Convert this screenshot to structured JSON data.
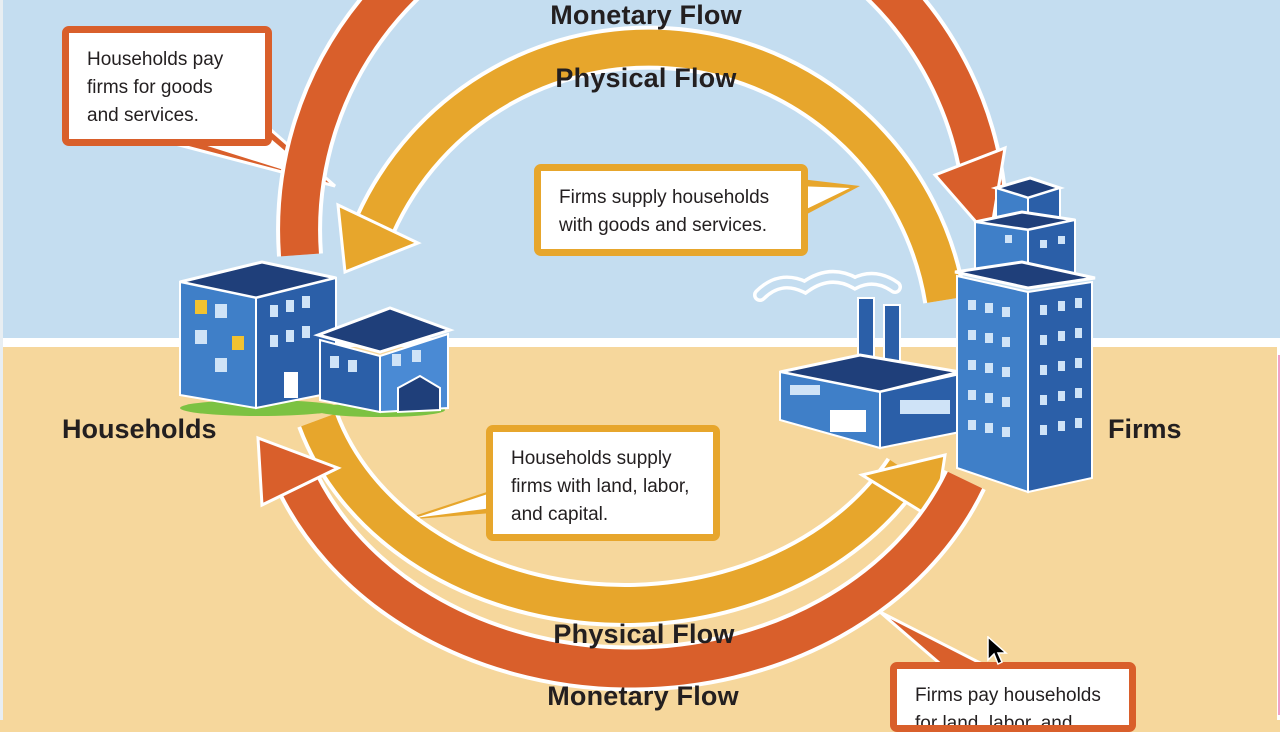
{
  "colors": {
    "sky": "#c4ddf0",
    "ground": "#f6d79c",
    "monetary_flow": "#d95f2b",
    "physical_flow": "#e7a62c",
    "building_blue": "#3f7fc8",
    "building_dark": "#1f3f7a",
    "grass": "#7cc242"
  },
  "flows": {
    "monetary_top": "Monetary Flow",
    "physical_top": "Physical Flow",
    "physical_bottom": "Physical Flow",
    "monetary_bottom": "Monetary Flow"
  },
  "nodes": {
    "households": "Households",
    "firms": "Firms"
  },
  "callouts": {
    "households_pay": "Households pay firms for goods and services.",
    "firms_supply": "Firms supply households with goods and services.",
    "households_supply": "Households supply firms with land, labor, and capital.",
    "firms_pay": "Firms pay households for land, labor, and"
  },
  "icons": [
    "apartment-building-icon",
    "house-icon",
    "factory-icon",
    "skyscraper-icon",
    "mouse-pointer-icon"
  ]
}
